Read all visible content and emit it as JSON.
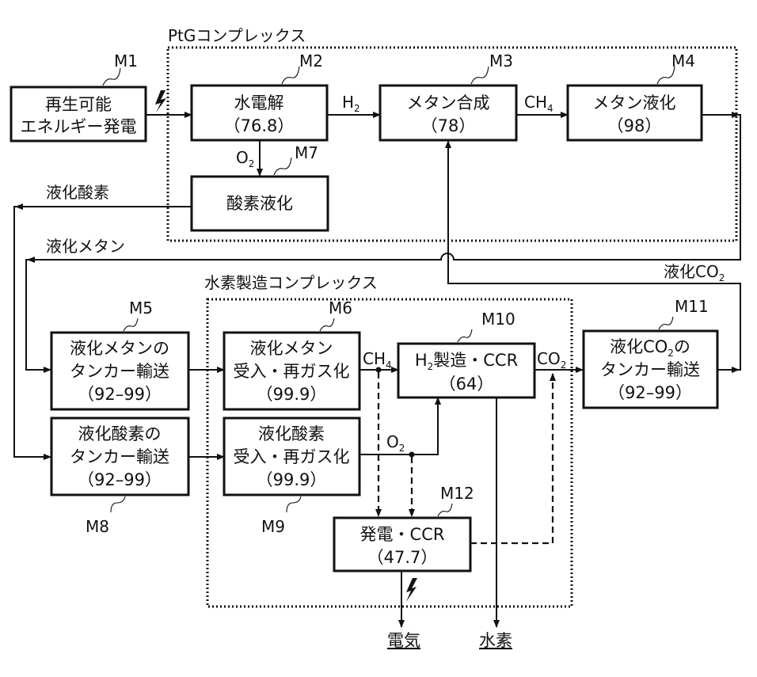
{
  "complexes": {
    "ptg": "PtGコンプレックス",
    "hydrogen": "水素製造コンプレックス"
  },
  "modules": {
    "M1": {
      "ref": "M1",
      "line1": "再生可能",
      "line2": "エネルギー発電"
    },
    "M2": {
      "ref": "M2",
      "line1": "水電解",
      "line2": "（76.8）"
    },
    "M3": {
      "ref": "M3",
      "line1": "メタン合成",
      "line2": "（78）"
    },
    "M4": {
      "ref": "M4",
      "line1": "メタン液化",
      "line2": "（98）"
    },
    "M5": {
      "ref": "M5",
      "line1": "液化メタンの",
      "line2": "タンカー輸送",
      "line3": "（92–99）"
    },
    "M6": {
      "ref": "M6",
      "line1": "液化メタン",
      "line2": "受入・再ガス化",
      "line3": "（99.9）"
    },
    "M7": {
      "ref": "M7",
      "line1": "酸素液化"
    },
    "M8": {
      "ref": "M8",
      "line1": "液化酸素の",
      "line2": "タンカー輸送",
      "line3": "（92–99）"
    },
    "M9": {
      "ref": "M9",
      "line1": "液化酸素",
      "line2": "受入・再ガス化",
      "line3": "（99.9）"
    },
    "M10": {
      "ref": "M10",
      "line1_pre": "H",
      "line1_sub": "2",
      "line1_post": "製造・CCR",
      "line2": "（64）"
    },
    "M11": {
      "ref": "M11",
      "line1_pre": "液化CO",
      "line1_sub": "2",
      "line1_post": "の",
      "line2": "タンカー輸送",
      "line3": "（92–99）"
    },
    "M12": {
      "ref": "M12",
      "line1": "発電・CCR",
      "line2": "（47.7）"
    }
  },
  "flows": {
    "h2": {
      "main": "H",
      "sub": "2"
    },
    "ch4_top": {
      "main": "CH",
      "sub": "4"
    },
    "o2_top": {
      "main": "O",
      "sub": "2"
    },
    "liquid_oxygen": "液化酸素",
    "liquid_methane": "液化メタン",
    "liquid_co2": {
      "main": "液化CO",
      "sub": "2"
    },
    "ch4_bottom": {
      "main": "CH",
      "sub": "4"
    },
    "co2": {
      "main": "CO",
      "sub": "2"
    },
    "o2_bottom": {
      "main": "O",
      "sub": "2"
    }
  },
  "outputs": {
    "electricity": "電気",
    "hydrogen": "水素"
  },
  "icons": {
    "power": "lightning-bolt"
  }
}
